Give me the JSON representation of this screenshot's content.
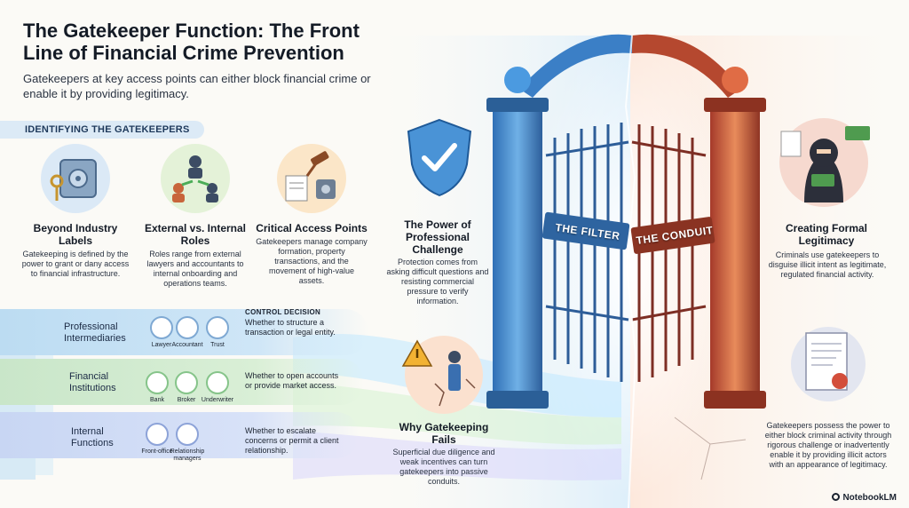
{
  "header": {
    "title": "The Gatekeeper Function: The Front Line of Financial Crime Prevention",
    "subtitle": "Gatekeepers at key access points can either block financial crime or enable it by providing legitimacy."
  },
  "section_label": "IDENTIFYING THE GATEKEEPERS",
  "topics": [
    {
      "title": "Beyond Industry Labels",
      "text": "Gatekeeping is defined by the power to grant or dany access to financial infrastructure.",
      "icon": "vault-icon"
    },
    {
      "title": "External vs. Internal Roles",
      "text": "Roles range from external lawyers and accountants to internal onboarding and operations teams.",
      "icon": "people-network-icon"
    },
    {
      "title": "Critical Access Points",
      "text": "Gatekeepers manage company formation, property transactions, and the movement of high-value assets.",
      "icon": "gavel-documents-icon"
    }
  ],
  "decision_header": "CONTROL DECISION",
  "rows": [
    {
      "label": "Professional Intermediaries",
      "roles": [
        "Lawyer",
        "Accountant",
        "Trust"
      ],
      "decision": "Whether to structure a transaction or legal entity."
    },
    {
      "label": "Financial Institutions",
      "roles": [
        "Bank",
        "Broker",
        "Underwriter"
      ],
      "decision": "Whether to open accounts or provide market access."
    },
    {
      "label": "Internal Functions",
      "roles": [
        "Front-office",
        "Relationship managers"
      ],
      "decision": "Whether to escalate concerns or permit a client relationship."
    }
  ],
  "callouts": {
    "power": {
      "title": "The Power of Professional Challenge",
      "text": "Protection comes from asking difficult questions and resisting commercial pressure to verify information."
    },
    "fails": {
      "title": "Why Gatekeeping Fails",
      "text": "Superficial due diligence and weak incentives can turn gatekeepers into passive conduits."
    },
    "legitimacy": {
      "title": "Creating Formal Legitimacy",
      "text": "Criminals use gatekeepers to disguise illicit intent as legitimate, regulated financial activity."
    },
    "summary": {
      "text": "Gatekeepers possess the power to either block criminal activity through rigorous challenge or inadvertently enable it by providing illicit actors with an appearance of legitimacy."
    }
  },
  "gates": {
    "left_sign": "THE FILTER",
    "right_sign": "THE CONDUIT"
  },
  "brand": "NotebookLM",
  "colors": {
    "band_1": "#cfe3f4",
    "band_2": "#d6ecd6",
    "band_3": "#d9e3f7",
    "filter_blue": "#3f7fc4",
    "conduit_red": "#c0482f"
  }
}
